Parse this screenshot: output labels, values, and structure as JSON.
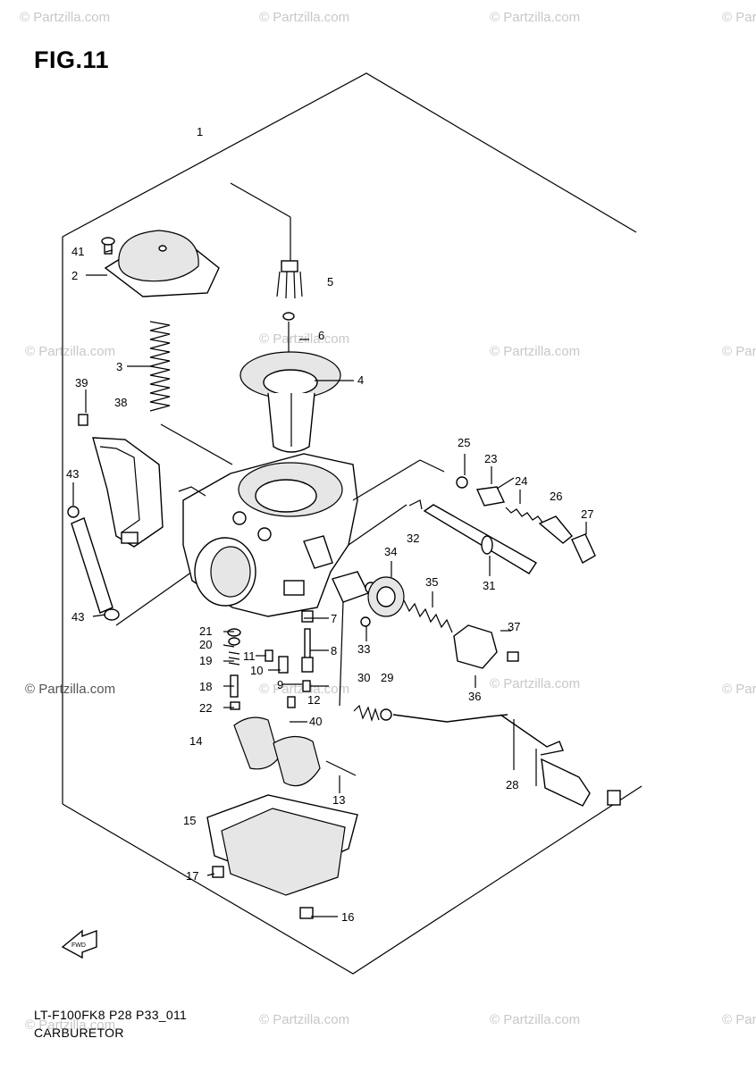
{
  "figure": {
    "title": "FIG.11",
    "code": "LT-F100FK8 P28 P33_011",
    "name": "CARBURETOR"
  },
  "watermark": {
    "text": "© Partzilla.com",
    "color": "#c8c8c8"
  },
  "labels": {
    "p1": "1",
    "p2": "2",
    "p3": "3",
    "p4": "4",
    "p5": "5",
    "p6": "6",
    "p7": "7",
    "p8": "8",
    "p9": "9",
    "p10": "10",
    "p11": "11",
    "p12": "12",
    "p13": "13",
    "p14": "14",
    "p15": "15",
    "p16": "16",
    "p17": "17",
    "p18": "18",
    "p19": "19",
    "p20": "20",
    "p21": "21",
    "p22": "22",
    "p23": "23",
    "p24": "24",
    "p25": "25",
    "p26": "26",
    "p27": "27",
    "p28": "28",
    "p29": "29",
    "p30": "30",
    "p31": "31",
    "p32": "32",
    "p33": "33",
    "p34": "34",
    "p35": "35",
    "p36": "36",
    "p37": "37",
    "p38": "38",
    "p39": "39",
    "p40": "40",
    "p41": "41",
    "p43a": "43",
    "p43b": "43"
  },
  "fwd_arrow": {
    "text": "FWD"
  }
}
